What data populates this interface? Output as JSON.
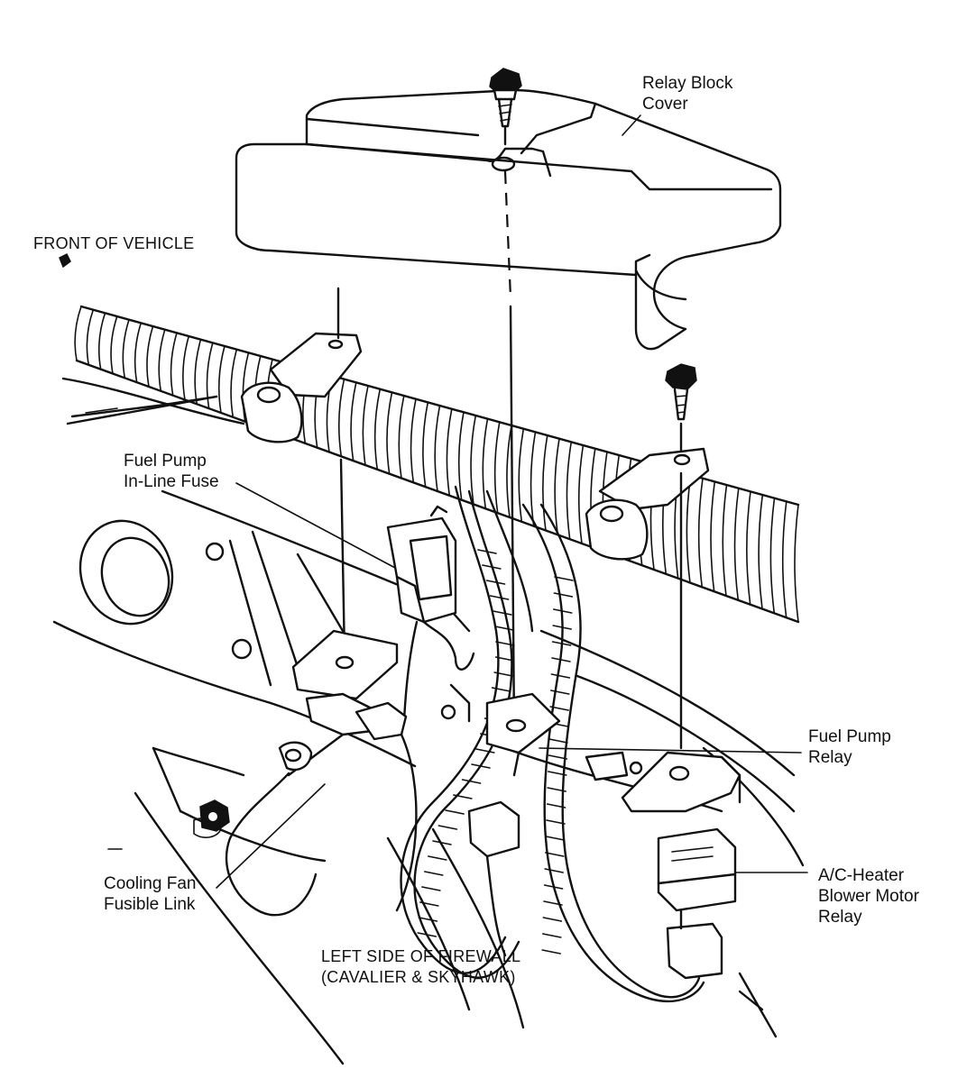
{
  "labels": {
    "relay_block_cover": [
      "Relay Block",
      "Cover"
    ],
    "front_of_vehicle": "FRONT OF VEHICLE",
    "fuel_pump_inline_fuse": [
      "Fuel Pump",
      "In-Line Fuse"
    ],
    "fuel_pump_relay": [
      "Fuel Pump",
      "Relay"
    ],
    "ac_heater_blower_motor_relay": [
      "A/C-Heater",
      "Blower Motor",
      "Relay"
    ],
    "cooling_fan_fusible_link": [
      "Cooling Fan",
      "Fusible Link"
    ],
    "left_side_of_firewall": [
      "LEFT SIDE OF FIREWALL",
      "(CAVALIER & SKYHAWK)"
    ]
  },
  "colors": {
    "ink": "#111111",
    "paper": "#ffffff"
  }
}
